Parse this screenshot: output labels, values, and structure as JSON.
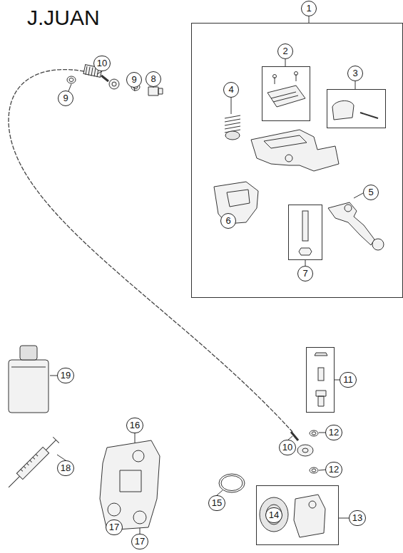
{
  "diagram": {
    "title": "J.JUAN",
    "nodes": [
      {
        "text": [
          "1"
        ]
      },
      {
        "text": [
          "2"
        ],
        "in": 0
      },
      {
        "text": [
          "3"
        ],
        "in": 0
      },
      {
        "text": [
          "7"
        ],
        "in": 0
      },
      {
        "text": [
          "11"
        ]
      },
      {
        "text": [
          "13"
        ]
      }
    ],
    "labels": [
      "10",
      "9",
      "9",
      "8",
      "4",
      "5",
      "6",
      "19",
      "12",
      "10",
      "18",
      "16",
      "12",
      "15",
      "14",
      "17",
      "17"
    ]
  }
}
